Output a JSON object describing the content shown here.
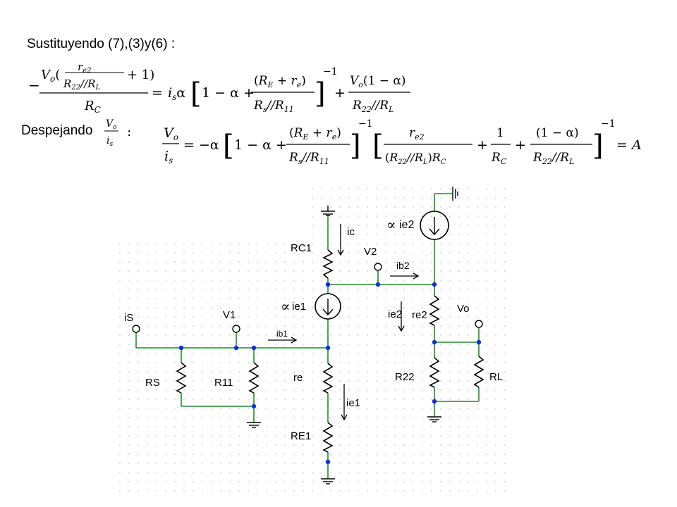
{
  "heading_1": "Sustituyendo (7),(3)y(6) :",
  "heading_2": "Despejando",
  "heading_2_fraction": {
    "num": "Vo",
    "den": "is"
  },
  "heading_2_colon": ":",
  "eq1": {
    "lhs_num": "Vo(re2/R22//RL + 1)",
    "lhs_den": "RC",
    "rhs": "is α [1 − α + (RE + re)/(Rs//R11)]^−1 + Vo(1 − α)/(R22//RL)"
  },
  "eq2": {
    "lhs": "Vo/is",
    "rhs": "−α [1 − α + (RE + re)/(Rs//R11)]^−1 [re2/((R22//RL)RC) + 1/RC + (1 − α)/(R22//RL)]^−1 = A"
  },
  "circuit": {
    "labels": {
      "is": "iS",
      "v1": "V1",
      "ib1": "ib1",
      "rs": "RS",
      "r11": "R11",
      "rc1": "RC1",
      "ic": "ic",
      "alpha_ie1": "ie1",
      "re": "re",
      "ie1": "ie1",
      "re1": "RE1",
      "v2": "V2",
      "ib2": "ib2",
      "alpha_ie2": "ie2",
      "ie2": "ie2",
      "re2": "re2",
      "vo": "Vo",
      "r22": "R22",
      "rl": "RL"
    },
    "colors": {
      "wire": "#1f8a2e",
      "node": "#1030d0",
      "grid": "#b5b5b5",
      "resistor": "#000000"
    }
  }
}
